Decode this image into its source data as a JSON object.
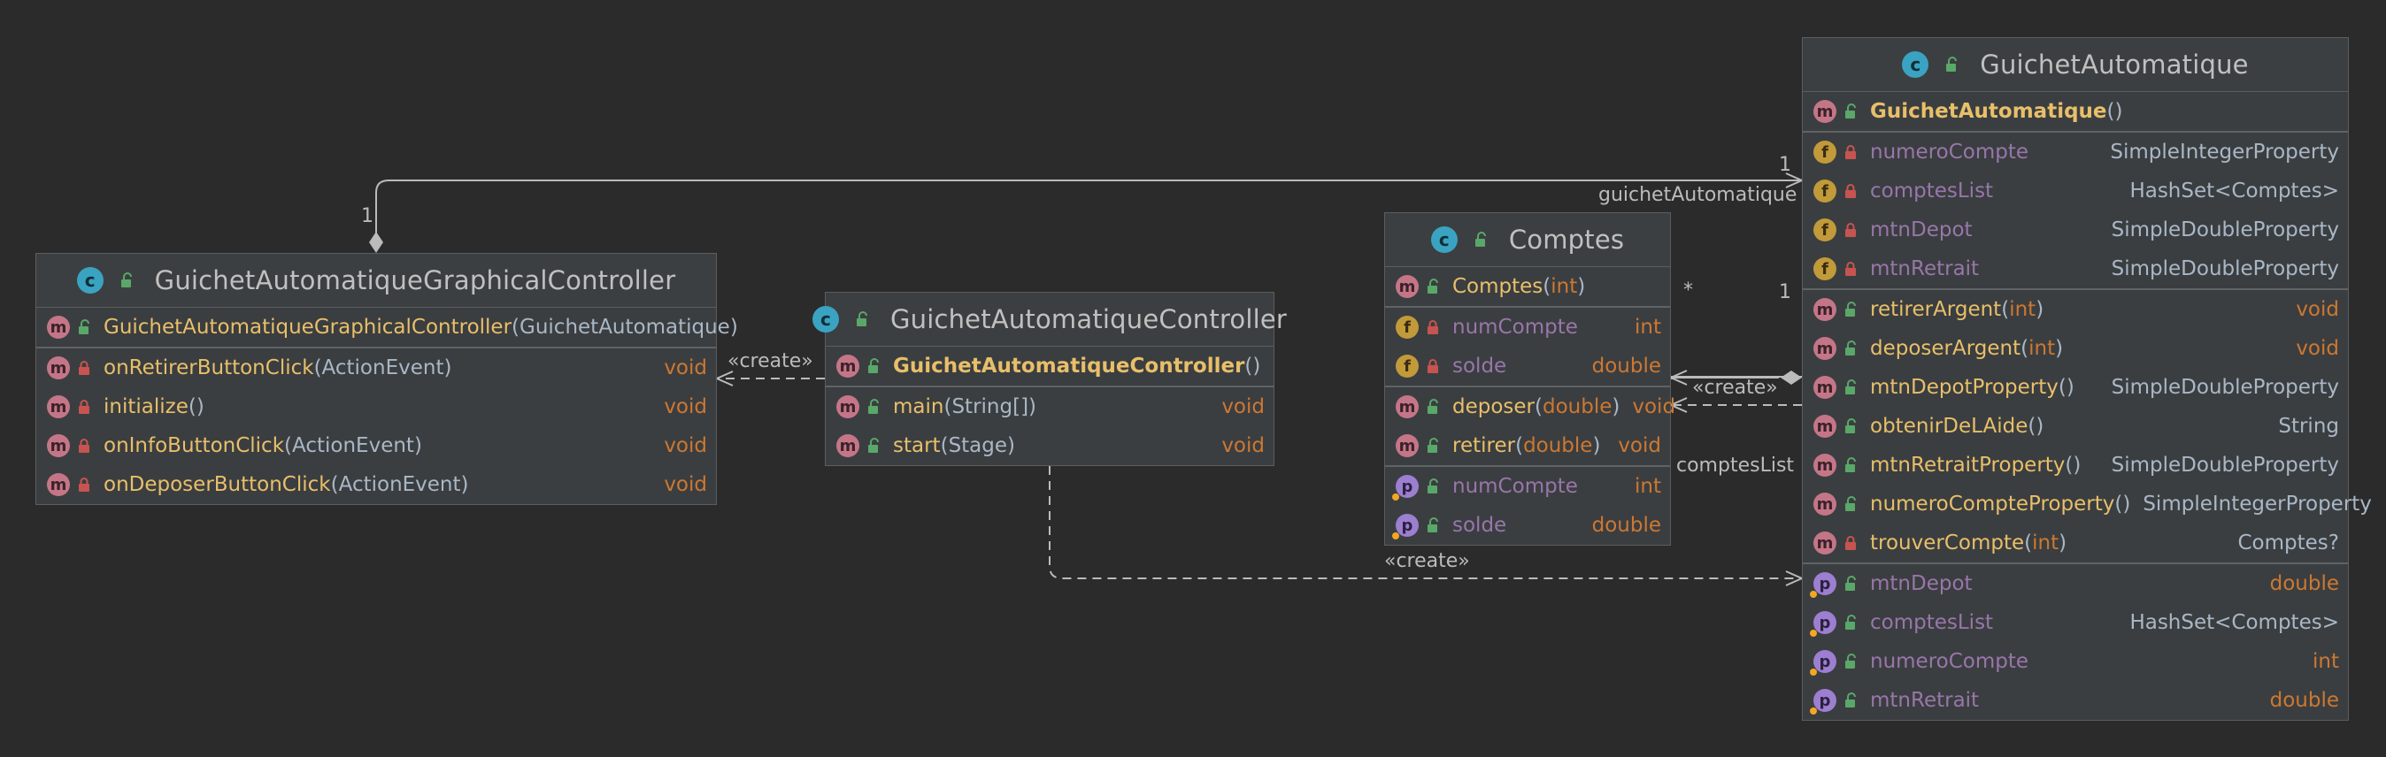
{
  "colors": {
    "background": "#2b2b2b",
    "class_bg": "#3b3e40",
    "method_name": "#e8bf6a",
    "property_name": "#9876aa",
    "keyword_type": "#cc7832",
    "edge": "#bbbbbb"
  },
  "classes": {
    "gagc": {
      "name": "GuichetAutomatiqueGraphicalController",
      "badge": "c",
      "sections": [
        [
          {
            "kind": "m",
            "access": "public",
            "name": "GuichetAutomatiqueGraphicalController",
            "params": "GuichetAutomatique",
            "type": ""
          }
        ],
        [
          {
            "kind": "m",
            "access": "private",
            "name": "onRetirerButtonClick",
            "params": "ActionEvent",
            "type": "void"
          },
          {
            "kind": "m",
            "access": "private",
            "name": "initialize",
            "params": "",
            "type": "void"
          },
          {
            "kind": "m",
            "access": "private",
            "name": "onInfoButtonClick",
            "params": "ActionEvent",
            "type": "void"
          },
          {
            "kind": "m",
            "access": "private",
            "name": "onDeposerButtonClick",
            "params": "ActionEvent",
            "type": "void"
          }
        ]
      ]
    },
    "gac": {
      "name": "GuichetAutomatiqueController",
      "badge": "c",
      "sections": [
        [
          {
            "kind": "m",
            "access": "public",
            "name": "GuichetAutomatiqueController",
            "params": "",
            "type": ""
          }
        ],
        [
          {
            "kind": "m",
            "access": "public",
            "name": "main",
            "params": "String[]",
            "type": "void"
          },
          {
            "kind": "m",
            "access": "public",
            "name": "start",
            "params": "Stage",
            "type": "void"
          }
        ]
      ]
    },
    "comptes": {
      "name": "Comptes",
      "badge": "c",
      "sections": [
        [
          {
            "kind": "m",
            "access": "public",
            "name": "Comptes",
            "params": "int",
            "type": ""
          }
        ],
        [
          {
            "kind": "f",
            "access": "private",
            "name": "numCompte",
            "params": null,
            "type": "int"
          },
          {
            "kind": "f",
            "access": "private",
            "name": "solde",
            "params": null,
            "type": "double"
          }
        ],
        [
          {
            "kind": "m",
            "access": "public",
            "name": "deposer",
            "params": "double",
            "type": "void"
          },
          {
            "kind": "m",
            "access": "public",
            "name": "retirer",
            "params": "double",
            "type": "void"
          }
        ],
        [
          {
            "kind": "p",
            "access": "public",
            "name": "numCompte",
            "params": null,
            "type": "int"
          },
          {
            "kind": "p",
            "access": "public",
            "name": "solde",
            "params": null,
            "type": "double"
          }
        ]
      ]
    },
    "ga": {
      "name": "GuichetAutomatique",
      "badge": "c",
      "sections": [
        [
          {
            "kind": "m",
            "access": "public",
            "name": "GuichetAutomatique",
            "params": "",
            "type": ""
          }
        ],
        [
          {
            "kind": "f",
            "access": "private",
            "name": "numeroCompte",
            "params": null,
            "type": "SimpleIntegerProperty"
          },
          {
            "kind": "f",
            "access": "private",
            "name": "comptesList",
            "params": null,
            "type": "HashSet<Comptes>"
          },
          {
            "kind": "f",
            "access": "private",
            "name": "mtnDepot",
            "params": null,
            "type": "SimpleDoubleProperty"
          },
          {
            "kind": "f",
            "access": "private",
            "name": "mtnRetrait",
            "params": null,
            "type": "SimpleDoubleProperty"
          }
        ],
        [
          {
            "kind": "m",
            "access": "public",
            "name": "retirerArgent",
            "params": "int",
            "type": "void"
          },
          {
            "kind": "m",
            "access": "public",
            "name": "deposerArgent",
            "params": "int",
            "type": "void"
          },
          {
            "kind": "m",
            "access": "public",
            "name": "mtnDepotProperty",
            "params": "",
            "type": "SimpleDoubleProperty"
          },
          {
            "kind": "m",
            "access": "public",
            "name": "obtenirDeLAide",
            "params": "",
            "type": "String"
          },
          {
            "kind": "m",
            "access": "public",
            "name": "mtnRetraitProperty",
            "params": "",
            "type": "SimpleDoubleProperty"
          },
          {
            "kind": "m",
            "access": "public",
            "name": "numeroCompteProperty",
            "params": "",
            "type": "SimpleIntegerProperty"
          },
          {
            "kind": "m",
            "access": "private",
            "name": "trouverCompte",
            "params": "int",
            "type": "Comptes?"
          }
        ],
        [
          {
            "kind": "p",
            "access": "public",
            "name": "mtnDepot",
            "params": null,
            "type": "double"
          },
          {
            "kind": "p",
            "access": "public",
            "name": "comptesList",
            "params": null,
            "type": "HashSet<Comptes>"
          },
          {
            "kind": "p",
            "access": "public",
            "name": "numeroCompte",
            "params": null,
            "type": "int"
          },
          {
            "kind": "p",
            "access": "public",
            "name": "mtnRetrait",
            "params": null,
            "type": "double"
          }
        ]
      ]
    }
  },
  "edges": {
    "composition": {
      "source_mult": "1",
      "target_mult": "1",
      "role": "guichetAutomatique"
    },
    "create1": {
      "label": "«create»"
    },
    "create2": {
      "label": "«create»"
    },
    "comptes_assoc": {
      "source_mult": "*",
      "target_mult": "1",
      "create_label": "«create»",
      "role": "comptesList"
    }
  }
}
